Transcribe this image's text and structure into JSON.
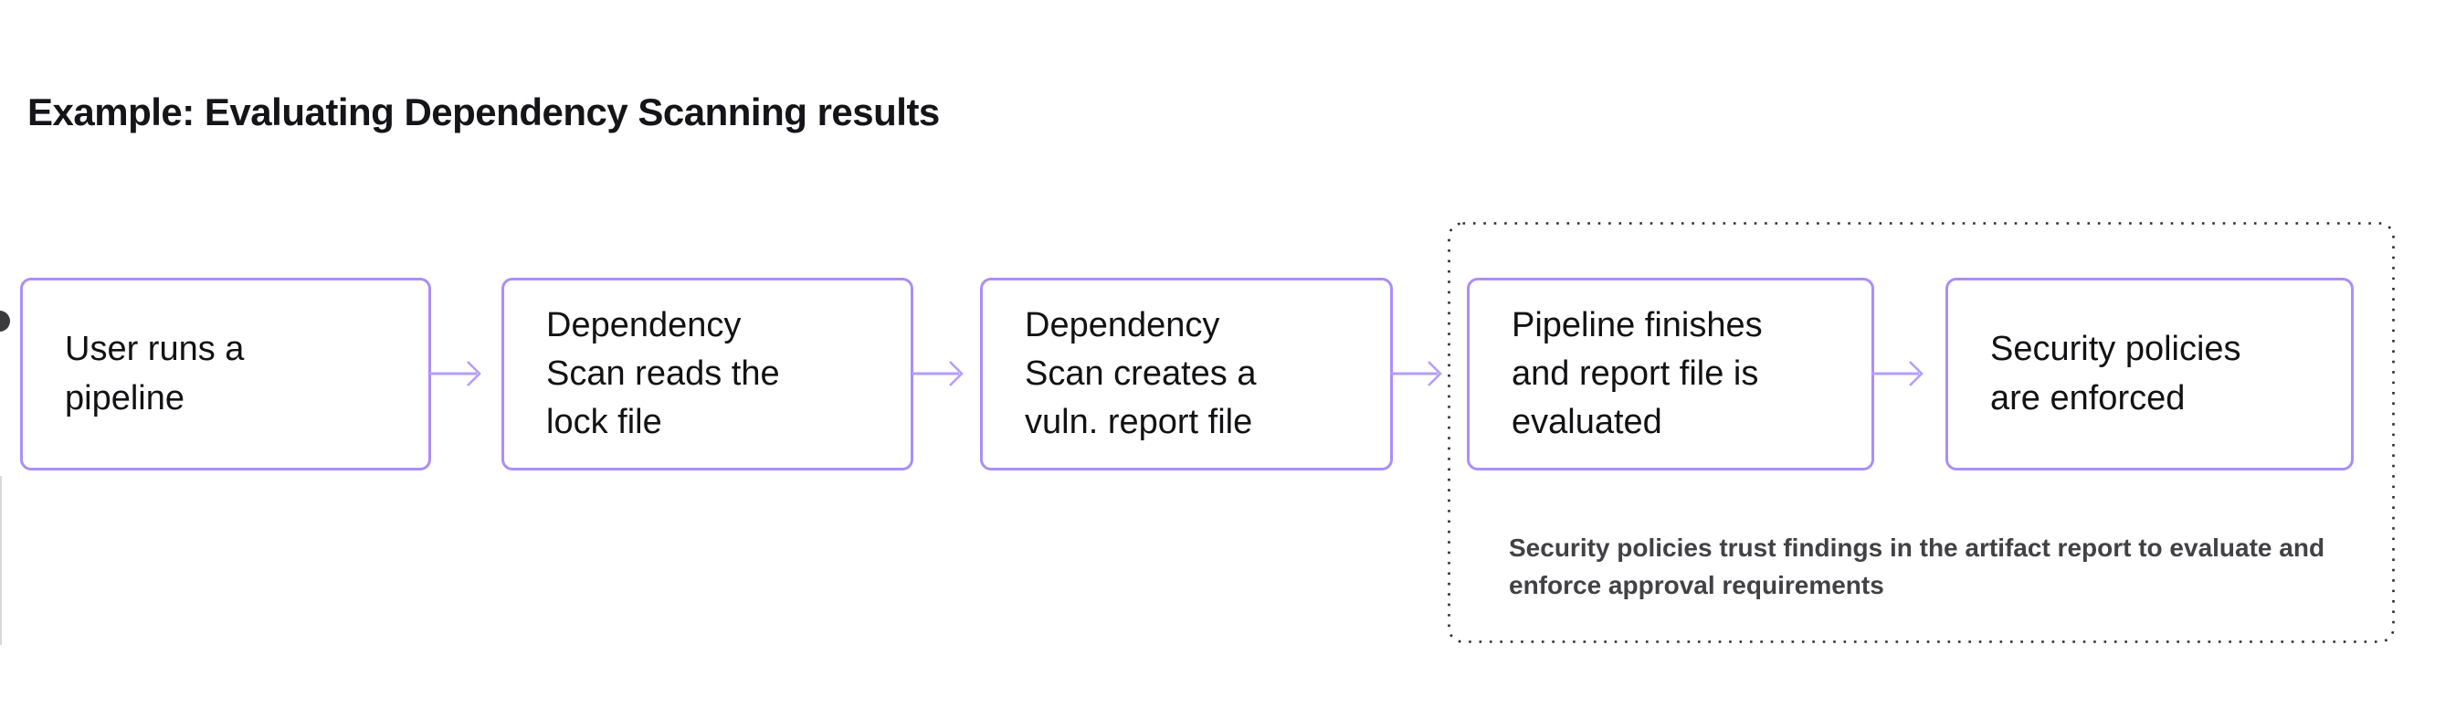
{
  "title": "Example: Evaluating Dependency Scanning results",
  "flow": {
    "steps": [
      {
        "id": "user-runs-pipeline",
        "label": "User runs a pipeline"
      },
      {
        "id": "scan-reads-lock-file",
        "label": "Dependency Scan reads the lock file"
      },
      {
        "id": "scan-creates-vuln-report",
        "label": "Dependency Scan creates a vuln. report file"
      },
      {
        "id": "pipeline-finishes-report-evaluated",
        "label": "Pipeline finishes and report file is evaluated"
      },
      {
        "id": "security-policies-enforced",
        "label": "Security policies are enforced"
      }
    ],
    "note": "Security policies trust findings in the artifact report to evaluate and enforce approval requirements"
  },
  "icons": {
    "arrow": "right-arrow",
    "edge_dot": "clipped-circle-bullet"
  },
  "colors": {
    "box_border": "#ab8ef8",
    "arrow": "#b49dfc",
    "dotted_border": "#2b2b2b",
    "note_text": "#414146",
    "title_text": "#141419",
    "node_text": "#121215"
  }
}
